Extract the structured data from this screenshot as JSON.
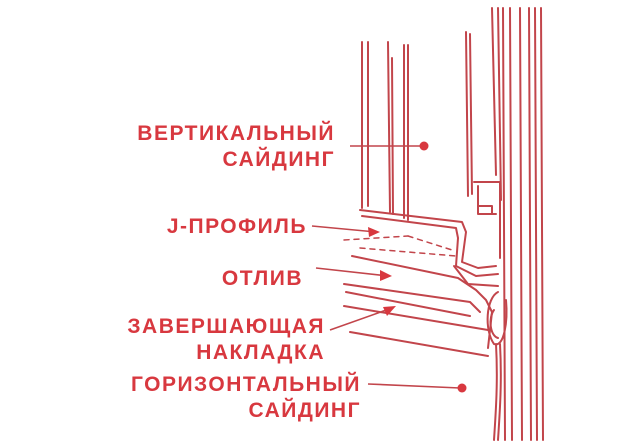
{
  "colors": {
    "accent": "#d8383f",
    "line": "#c2454b",
    "background": "#ffffff"
  },
  "labels": {
    "vertical_siding": [
      "ВЕРТИКАЛЬНЫЙ",
      "САЙДИНГ"
    ],
    "j_profile": [
      "J-ПРОФИЛЬ"
    ],
    "drip": [
      "ОТЛИВ"
    ],
    "finishing_trim": [
      "ЗАВЕРШАЮЩАЯ",
      "НАКЛАДКА"
    ],
    "horizontal_siding": [
      "ГОРИЗОНТАЛЬНЫЙ",
      "САЙДИНГ"
    ]
  }
}
